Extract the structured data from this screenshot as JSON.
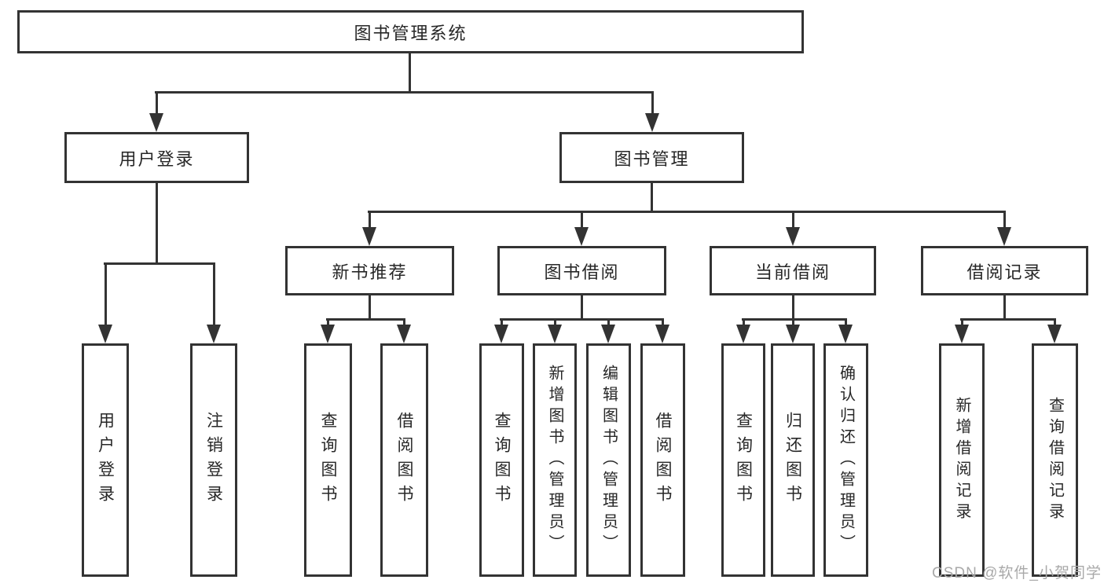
{
  "tree": {
    "root": {
      "label": "图书管理系统",
      "children": [
        {
          "label": "用户登录",
          "children": [
            {
              "label": "用户登录"
            },
            {
              "label": "注销登录"
            }
          ]
        },
        {
          "label": "图书管理",
          "children": [
            {
              "label": "新书推荐",
              "children": [
                {
                  "label": "查询图书"
                },
                {
                  "label": "借阅图书"
                }
              ]
            },
            {
              "label": "图书借阅",
              "children": [
                {
                  "label": "查询图书"
                },
                {
                  "label": "新增图书（管理员）"
                },
                {
                  "label": "编辑图书（管理员）"
                },
                {
                  "label": "借阅图书"
                }
              ]
            },
            {
              "label": "当前借阅",
              "children": [
                {
                  "label": "查询图书"
                },
                {
                  "label": "归还图书"
                },
                {
                  "label": "确认归还（管理员）"
                }
              ]
            },
            {
              "label": "借阅记录",
              "children": [
                {
                  "label": "新增借阅记录"
                },
                {
                  "label": "查询借阅记录"
                }
              ]
            }
          ]
        }
      ]
    }
  },
  "watermark": {
    "text": "CSDN @软件_小贺同学"
  },
  "colors": {
    "line": "#333333",
    "text": "#272727",
    "background": "#ffffff",
    "watermark": "#a9a9a9"
  }
}
